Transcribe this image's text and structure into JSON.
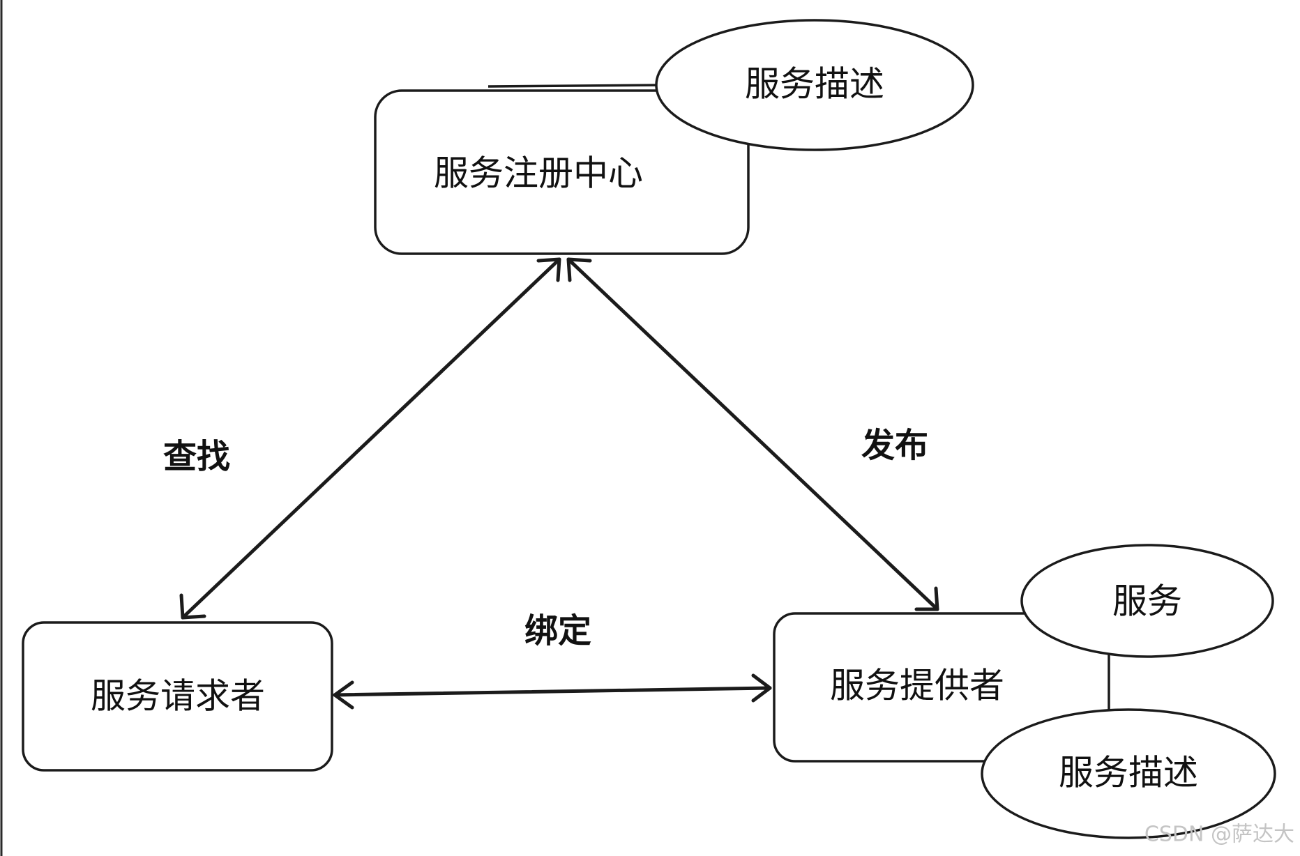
{
  "nodes": {
    "registry": "服务注册中心",
    "registry_description": "服务描述",
    "requester": "服务请求者",
    "provider": "服务提供者",
    "provider_service": "服务",
    "provider_description": "服务描述"
  },
  "edges": {
    "find": "查找",
    "publish": "发布",
    "bind": "绑定"
  },
  "watermark": "CSDN @萨达大"
}
